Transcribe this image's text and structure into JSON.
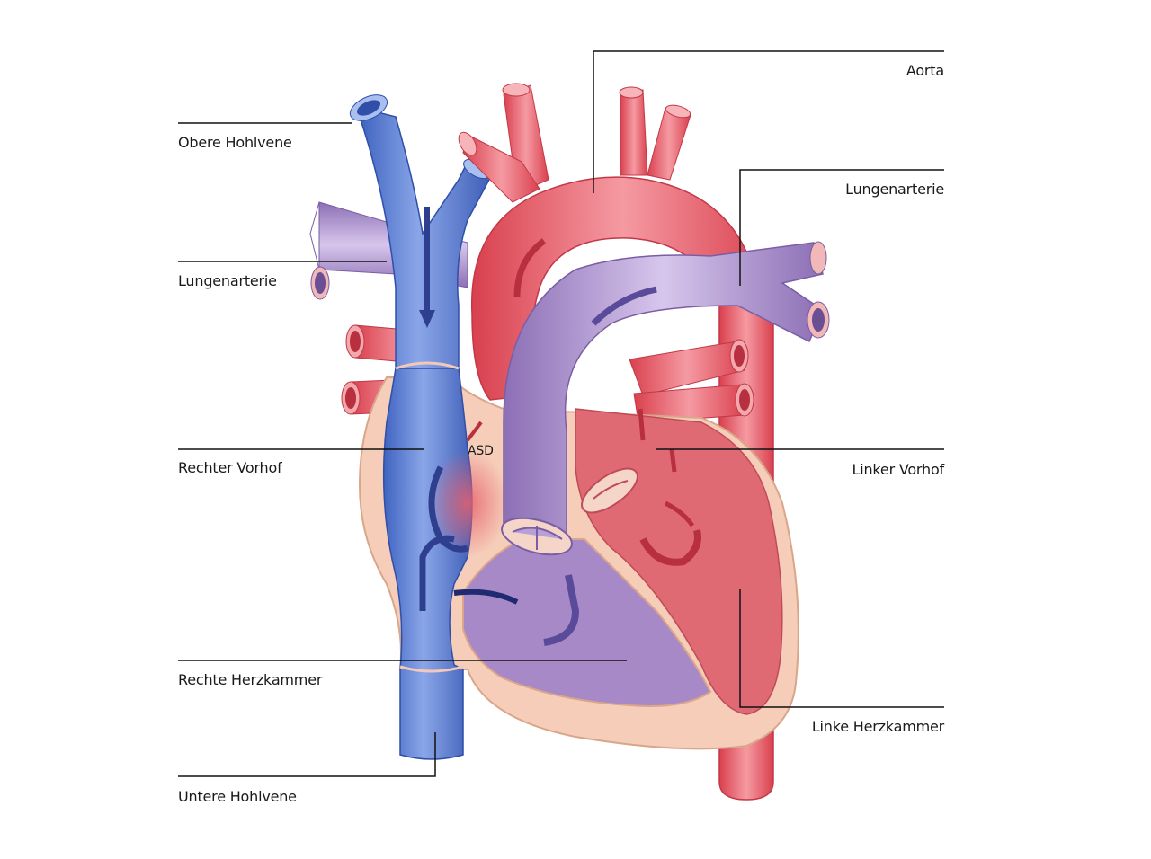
{
  "labels": {
    "aorta": "Aorta",
    "obere_hohlvene": "Obere Hohlvene",
    "lungenarterie_right": "Lungenarterie",
    "lungenarterie_left": "Lungenarterie",
    "rechter_vorhof": "Rechter Vorhof",
    "linker_vorhof": "Linker Vorhof",
    "asd": "ASD",
    "rechte_herzkammer": "Rechte Herzkammer",
    "linke_herzkammer": "Linke Herzkammer",
    "untere_hohlvene": "Untere Hohlvene"
  },
  "colors": {
    "vein_blue": "#5b7fd1",
    "artery_red": "#e8606c",
    "pulmonary_purple": "#a88cc8",
    "muscle_beige": "#f3cbb4",
    "arrow_dark_blue": "#2f3f8f",
    "arrow_red": "#c93040"
  }
}
